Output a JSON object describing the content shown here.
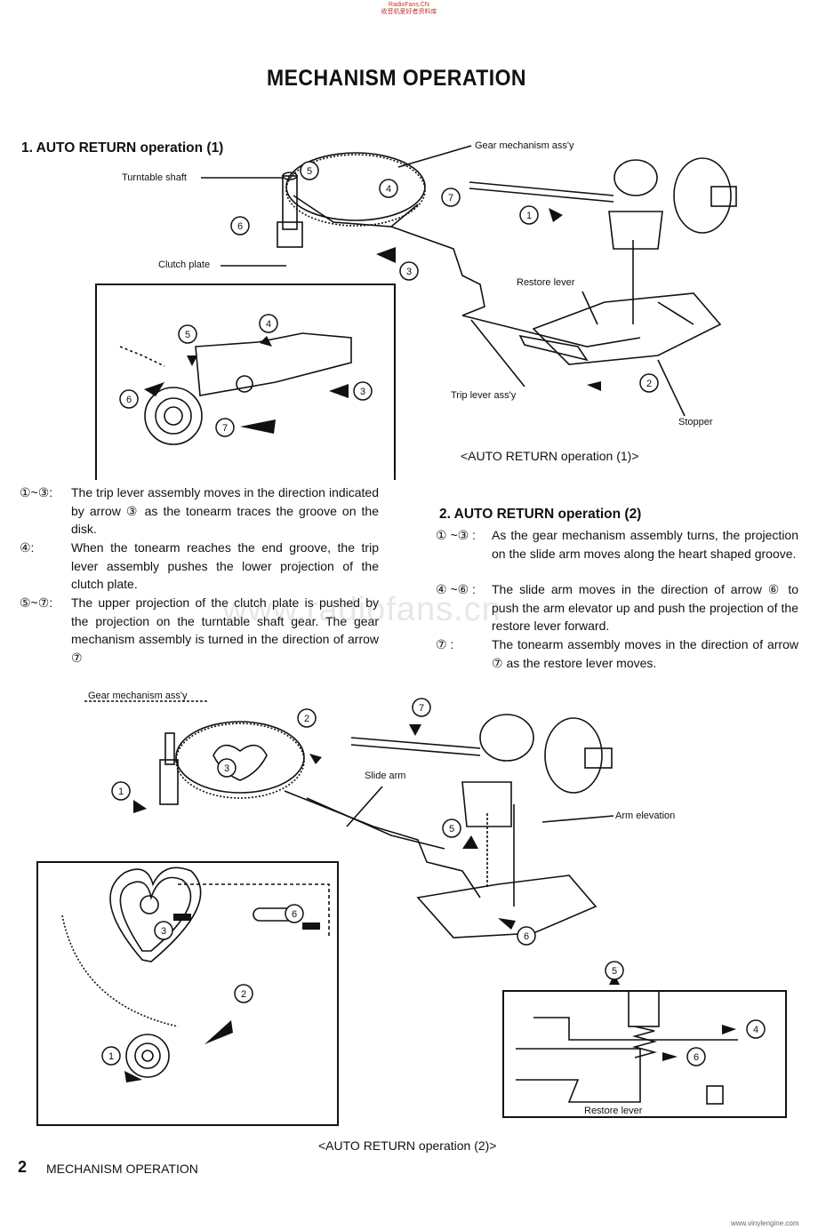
{
  "header": {
    "site_line1": "RadioFans.CN",
    "site_line2": "收音机爱好者资料库"
  },
  "title": "MECHANISM OPERATION",
  "section1": {
    "heading": "1. AUTO RETURN operation (1)",
    "labels": {
      "gear": "Gear mechanism ass'y",
      "shaft": "Turntable shaft",
      "clutch": "Clutch plate",
      "restore": "Restore lever",
      "trip": "Trip lever ass'y",
      "stopper": "Stopper"
    },
    "caption": "<AUTO RETURN operation (1)>",
    "items": [
      {
        "num": "①~③:",
        "text": "The trip lever assembly moves in the direction indicated by arrow ③ as the tonearm traces the groove on the disk."
      },
      {
        "num": "④:",
        "text": "When the tonearm reaches the end groove, the trip lever assembly pushes the lower projection of the clutch plate."
      },
      {
        "num": "⑤~⑦:",
        "text": "The upper projection of the clutch plate is pushed by the projection on the turntable shaft gear. The gear mechanism assembly is turned in the direction of arrow ⑦"
      }
    ]
  },
  "section2": {
    "heading": "2. AUTO RETURN operation (2)",
    "labels": {
      "gear": "Gear mechanism ass'y",
      "slide": "Slide arm",
      "elev": "Arm elevation",
      "restore": "Restore lever"
    },
    "caption": "<AUTO RETURN operation (2)>",
    "items": [
      {
        "num": "① ~③ :",
        "text": "As the gear mechanism assembly turns, the projection on the slide arm moves along the heart shaped groove."
      },
      {
        "num": "④ ~⑥ :",
        "text": "The slide arm moves in the direction of arrow ⑥ to push the arm elevator up and push the projection of the restore lever forward."
      },
      {
        "num": "⑦ :",
        "text": "The tonearm assembly moves in the direction of arrow ⑦ as the restore lever moves."
      }
    ]
  },
  "watermark": "www.radiofans.cn",
  "footer": {
    "page": "2",
    "title": "MECHANISM OPERATION",
    "credit": "www.vinylengine.com"
  }
}
